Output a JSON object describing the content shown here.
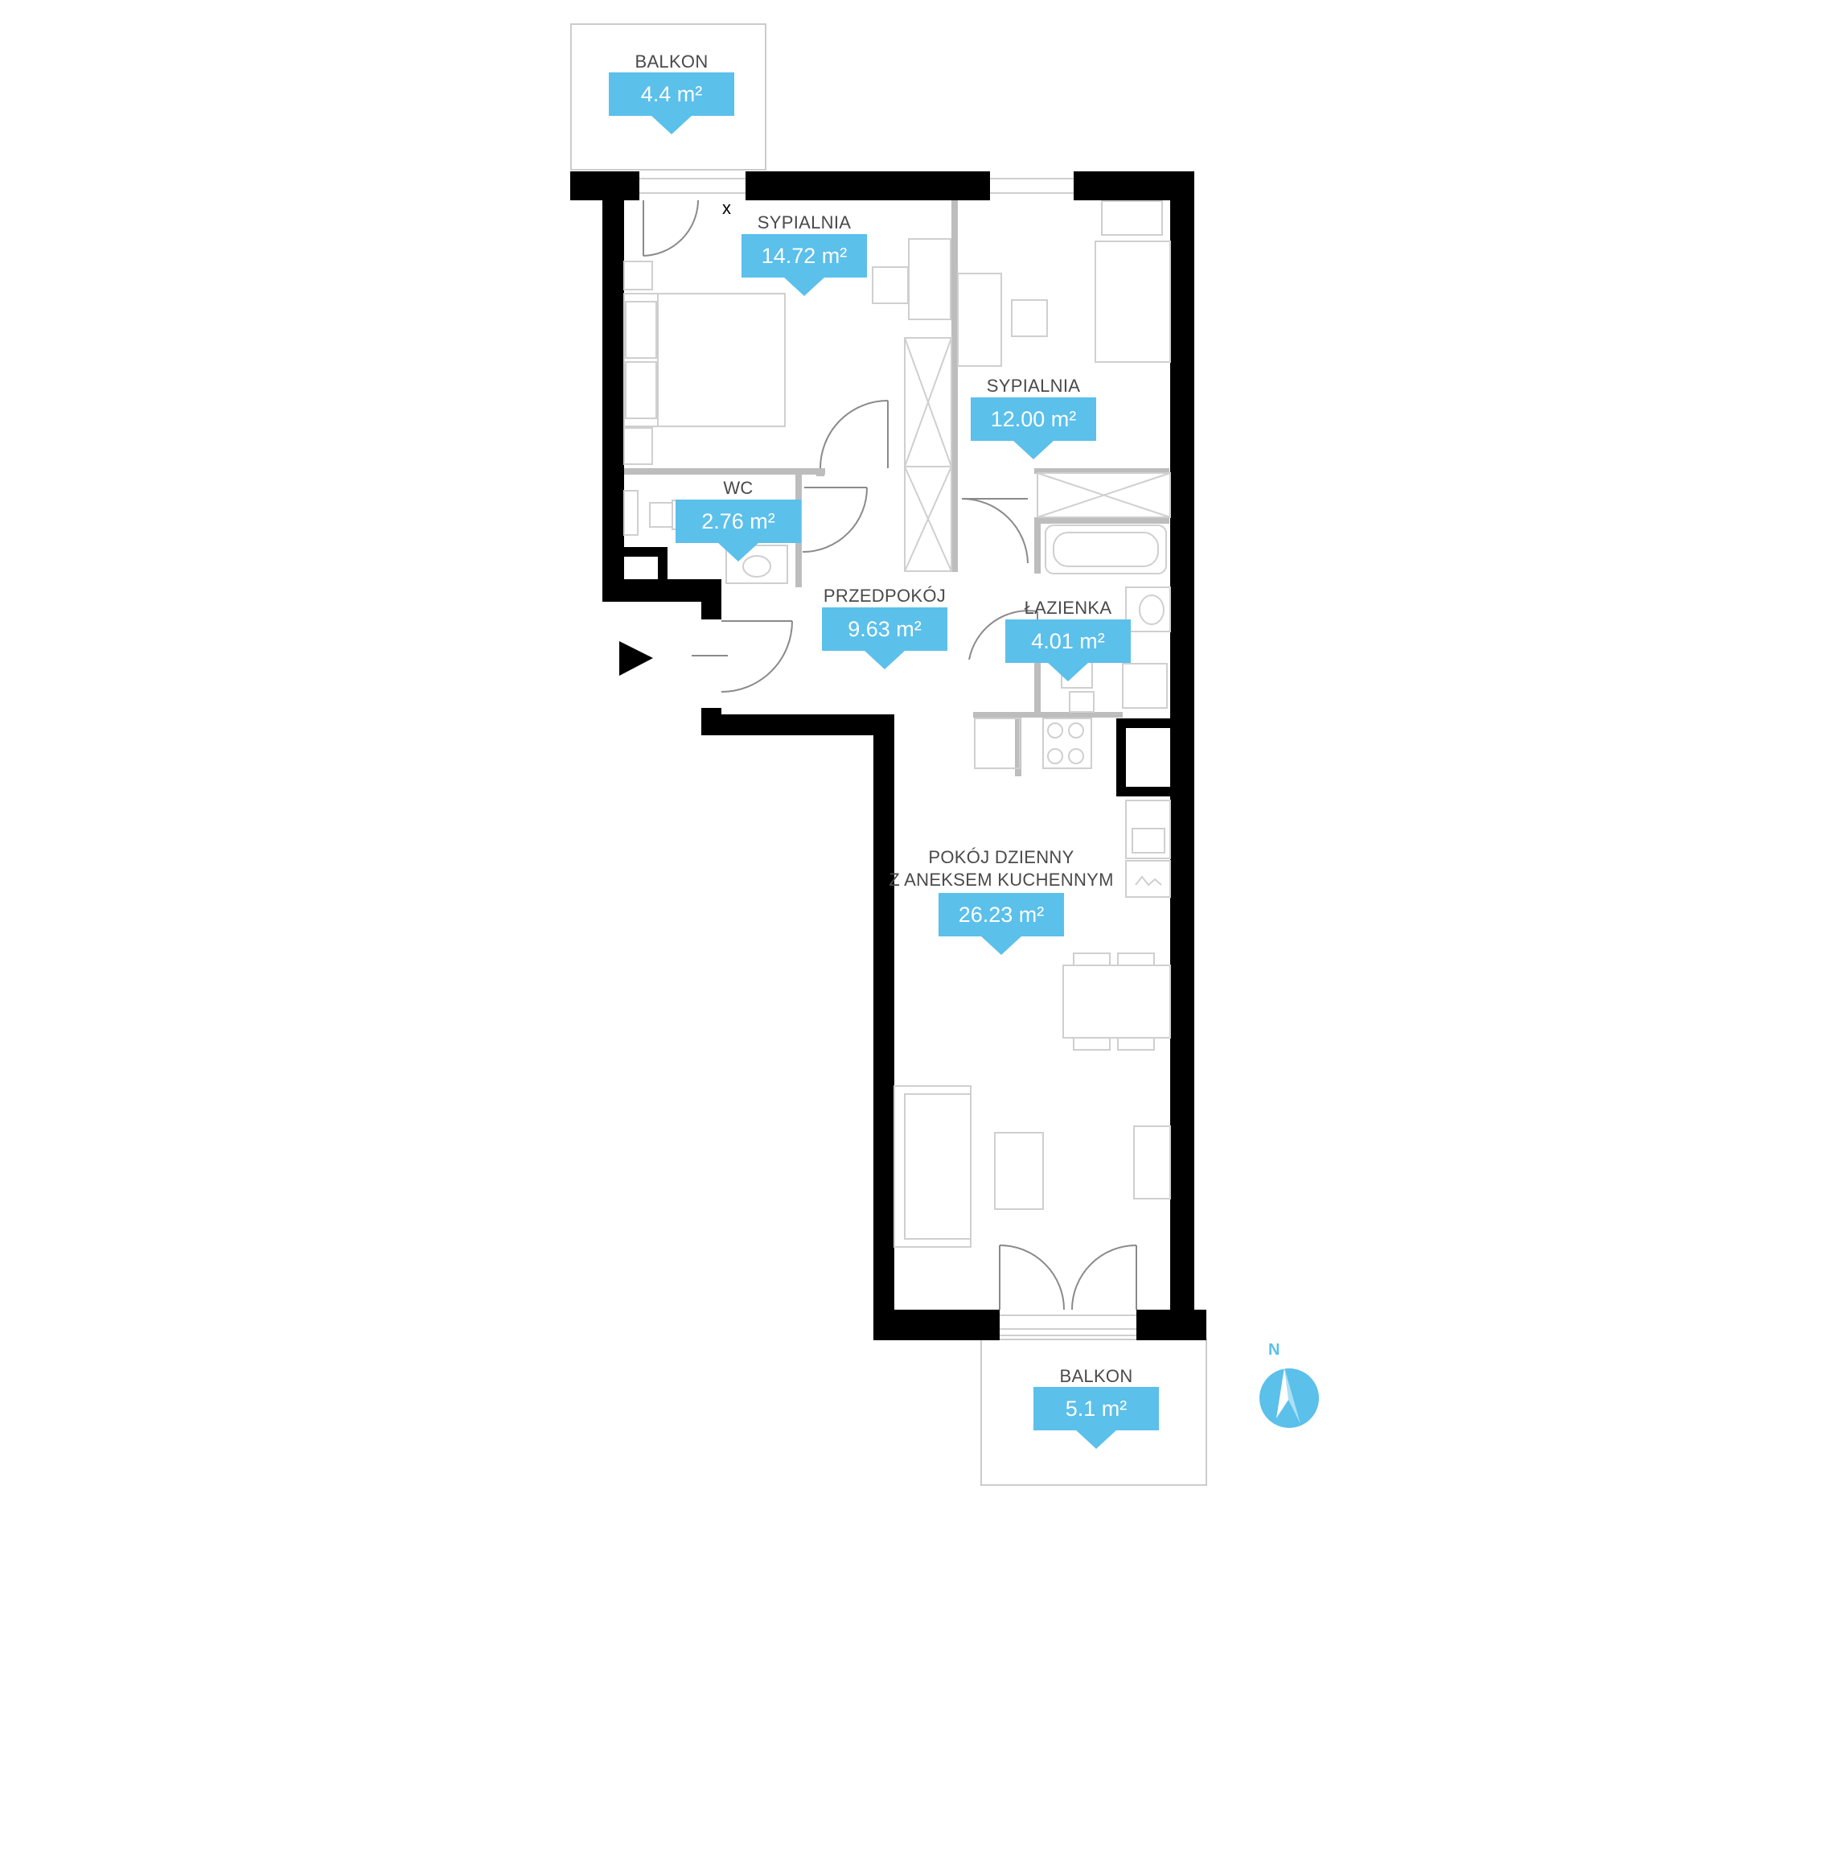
{
  "rooms": [
    {
      "id": "balcony-top",
      "name": "BALKON",
      "area": "4.4 m²"
    },
    {
      "id": "bedroom-1",
      "name": "SYPIALNIA",
      "area": "14.72 m²"
    },
    {
      "id": "bedroom-2",
      "name": "SYPIALNIA",
      "area": "12.00 m²"
    },
    {
      "id": "wc",
      "name": "WC",
      "area": "2.76 m²"
    },
    {
      "id": "hallway",
      "name": "PRZEDPOKÓJ",
      "area": "9.63 m²"
    },
    {
      "id": "bathroom",
      "name": "ŁAZIENKA",
      "area": "4.01 m²"
    },
    {
      "id": "living-room",
      "name_line1": "POKÓJ DZIENNY",
      "name_line2": "Z ANEKSEM KUCHENNYM",
      "area": "26.23 m²"
    },
    {
      "id": "balcony-bottom",
      "name": "BALKON",
      "area": "5.1 m²"
    }
  ],
  "compass": {
    "label": "N"
  },
  "window_mark": "x",
  "colors": {
    "wall": "#000000",
    "partition": "#bdbdbd",
    "furniture": "#cfcfcf",
    "accent": "#5bc0ea",
    "label_text": "#4a4a4a"
  }
}
